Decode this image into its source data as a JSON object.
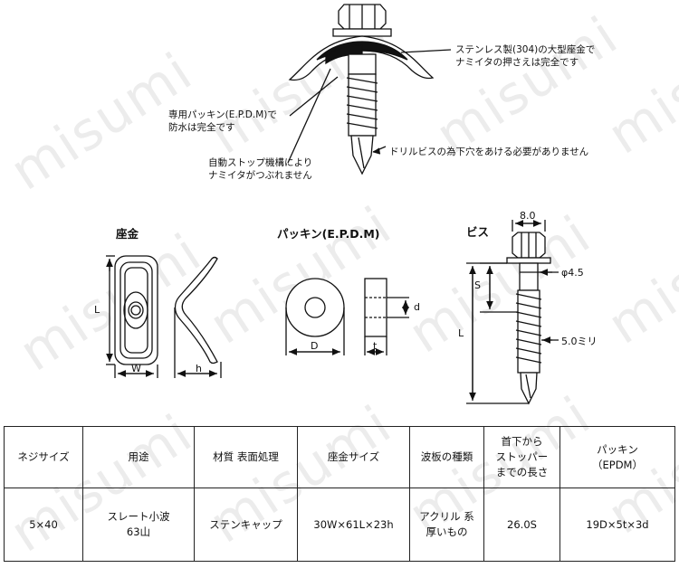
{
  "watermark": "misumi",
  "callouts": {
    "washer": "ステンレス製(304)の大型座金で\nナミイタの押さえは完全です",
    "packing": "専用パッキン(E.P.D.M)で\n防水は完全です",
    "stopper": "自動ストップ機構により\nナミイタがつぶれません",
    "drill": "ドリルビスの為下穴をあける必要がありません"
  },
  "sections": {
    "washer_title": "座金",
    "packing_title": "パッキン(E.P.D.M)",
    "screw_title": "ビス"
  },
  "dimensions": {
    "washer_L": "L",
    "washer_W": "W",
    "washer_h": "h",
    "packing_D": "D",
    "packing_t": "t",
    "packing_d": "d",
    "screw_head": "8.0",
    "screw_shank": "φ4.5",
    "screw_S": "S",
    "screw_L": "L",
    "screw_thread": "5.0ミリ"
  },
  "table": {
    "headers": [
      "ネジサイズ",
      "用途",
      "材質 表面処理",
      "座金サイズ",
      "波板の種類",
      "首下から\nストッパー\nまでの長さ",
      "パッキン\n（EPDM）"
    ],
    "rows": [
      [
        "5×40",
        "スレート小波\n63山",
        "ステンキャップ",
        "30W×61L×23h",
        "アクリル 系\n厚いもの",
        "26.0S",
        "19D×5t×3d"
      ]
    ]
  }
}
